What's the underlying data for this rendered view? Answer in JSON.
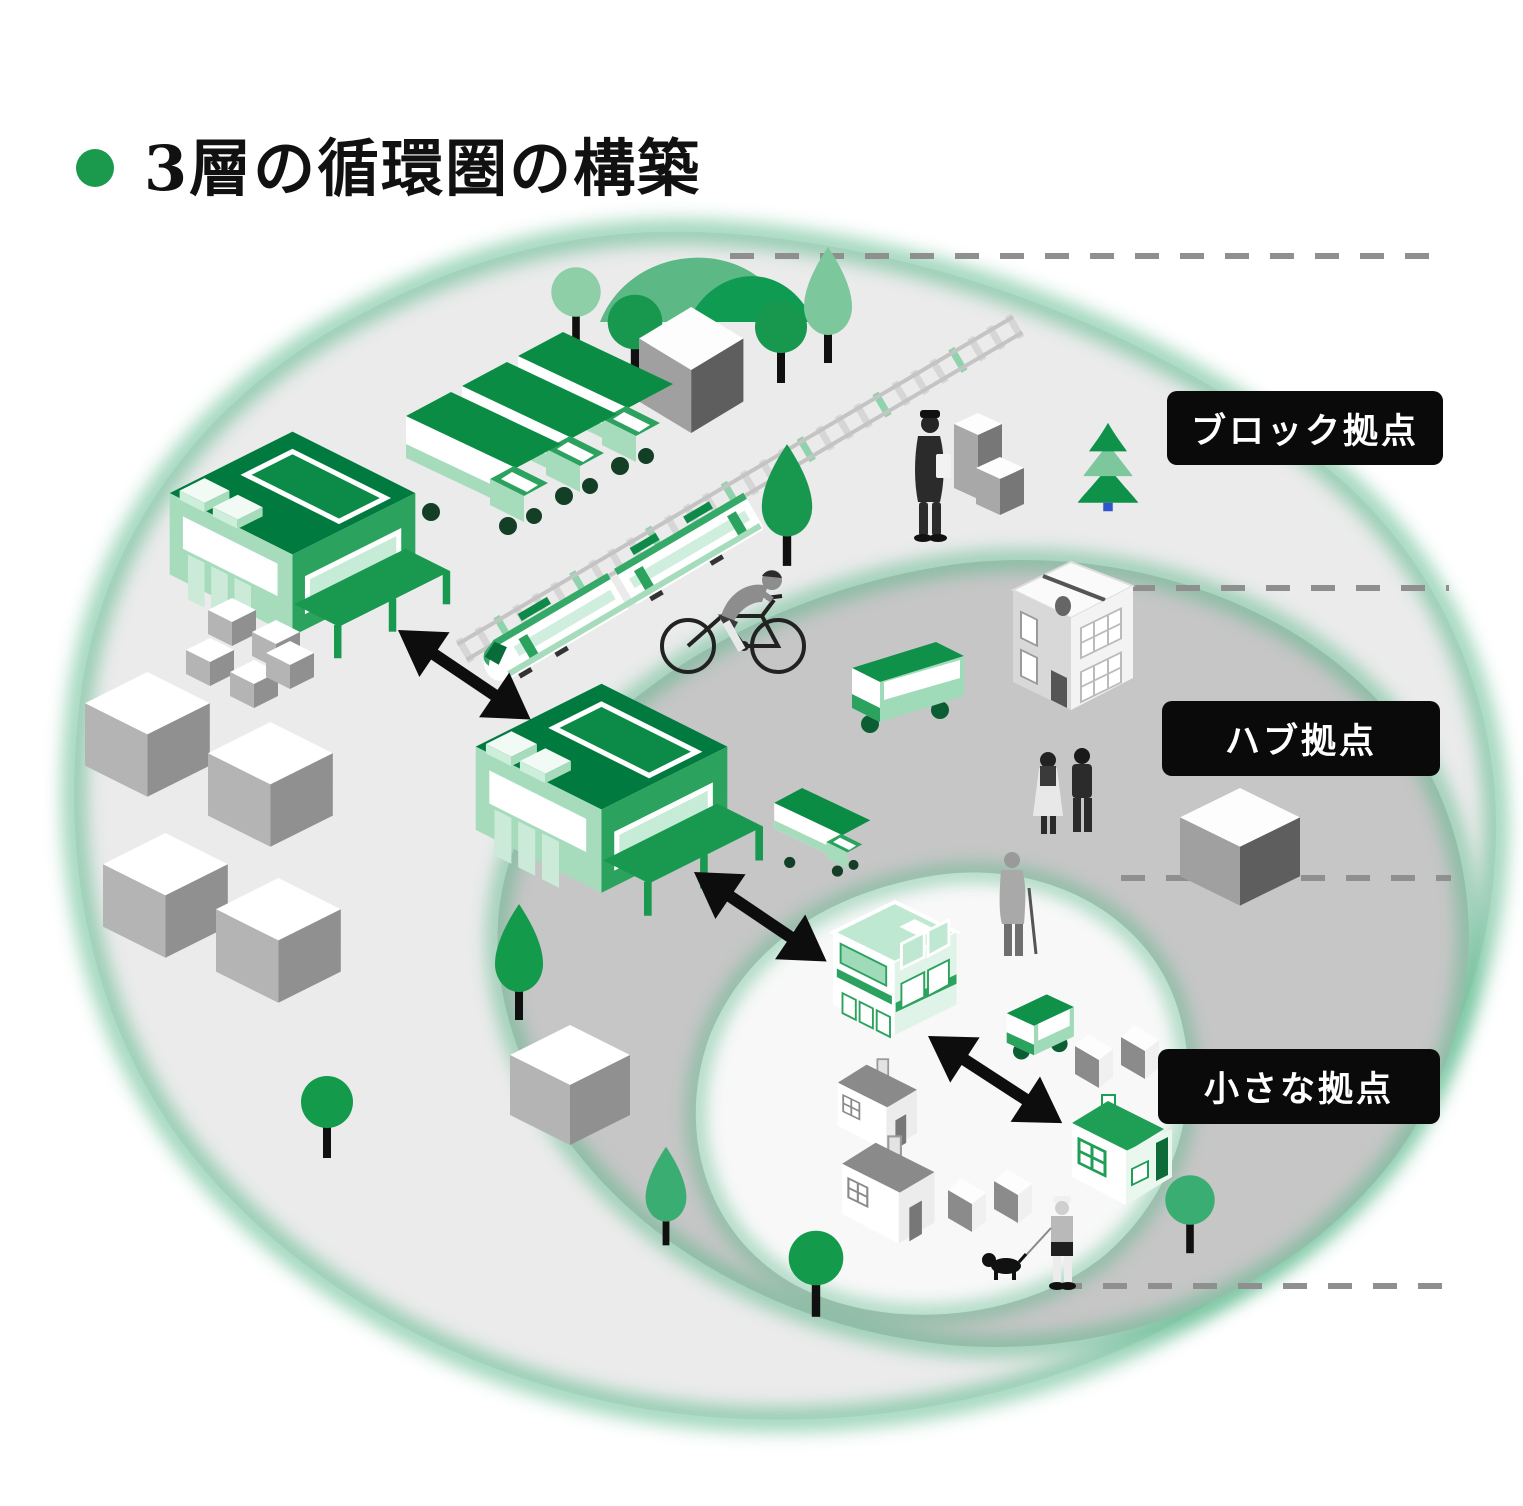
{
  "title": {
    "text": "3層の循環圏の構築",
    "bullet_color": "#1b9a4d"
  },
  "zone_labels": [
    {
      "id": "block",
      "label": "ブロック拠点"
    },
    {
      "id": "hub",
      "label": "ハブ拠点"
    },
    {
      "id": "small",
      "label": "小さな拠点"
    }
  ],
  "colors": {
    "accent_green": "#1f9e56",
    "accent_green_dark": "#007a3e",
    "accent_green_light": "#a6dcbc",
    "glow_green": "#4db382",
    "zone_outer_gray": "#ebebeb",
    "zone_middle_gray": "#c6c6c6",
    "zone_inner_white": "#f8f8f8",
    "dash_line_gray": "#8f8f8f",
    "label_bg": "#0a0a0a",
    "label_text": "#ffffff"
  },
  "illustration": {
    "zones": [
      "block-zone",
      "hub-zone",
      "small-zone"
    ],
    "elements": [
      "green-hills",
      "round-tree",
      "teardrop-tree",
      "pine-tree",
      "delivery-trucks",
      "freight-cube",
      "railway-track",
      "green-train",
      "block-warehouse",
      "hub-warehouse",
      "cargo-boxes",
      "green-bus",
      "apartment-building",
      "delivery-van",
      "small-shop",
      "green-house",
      "gray-houses",
      "sheds",
      "person-with-parcels",
      "cyclist",
      "walking-couple",
      "elderly-person-with-cane",
      "person-walking-dog",
      "exchange-arrows"
    ]
  }
}
